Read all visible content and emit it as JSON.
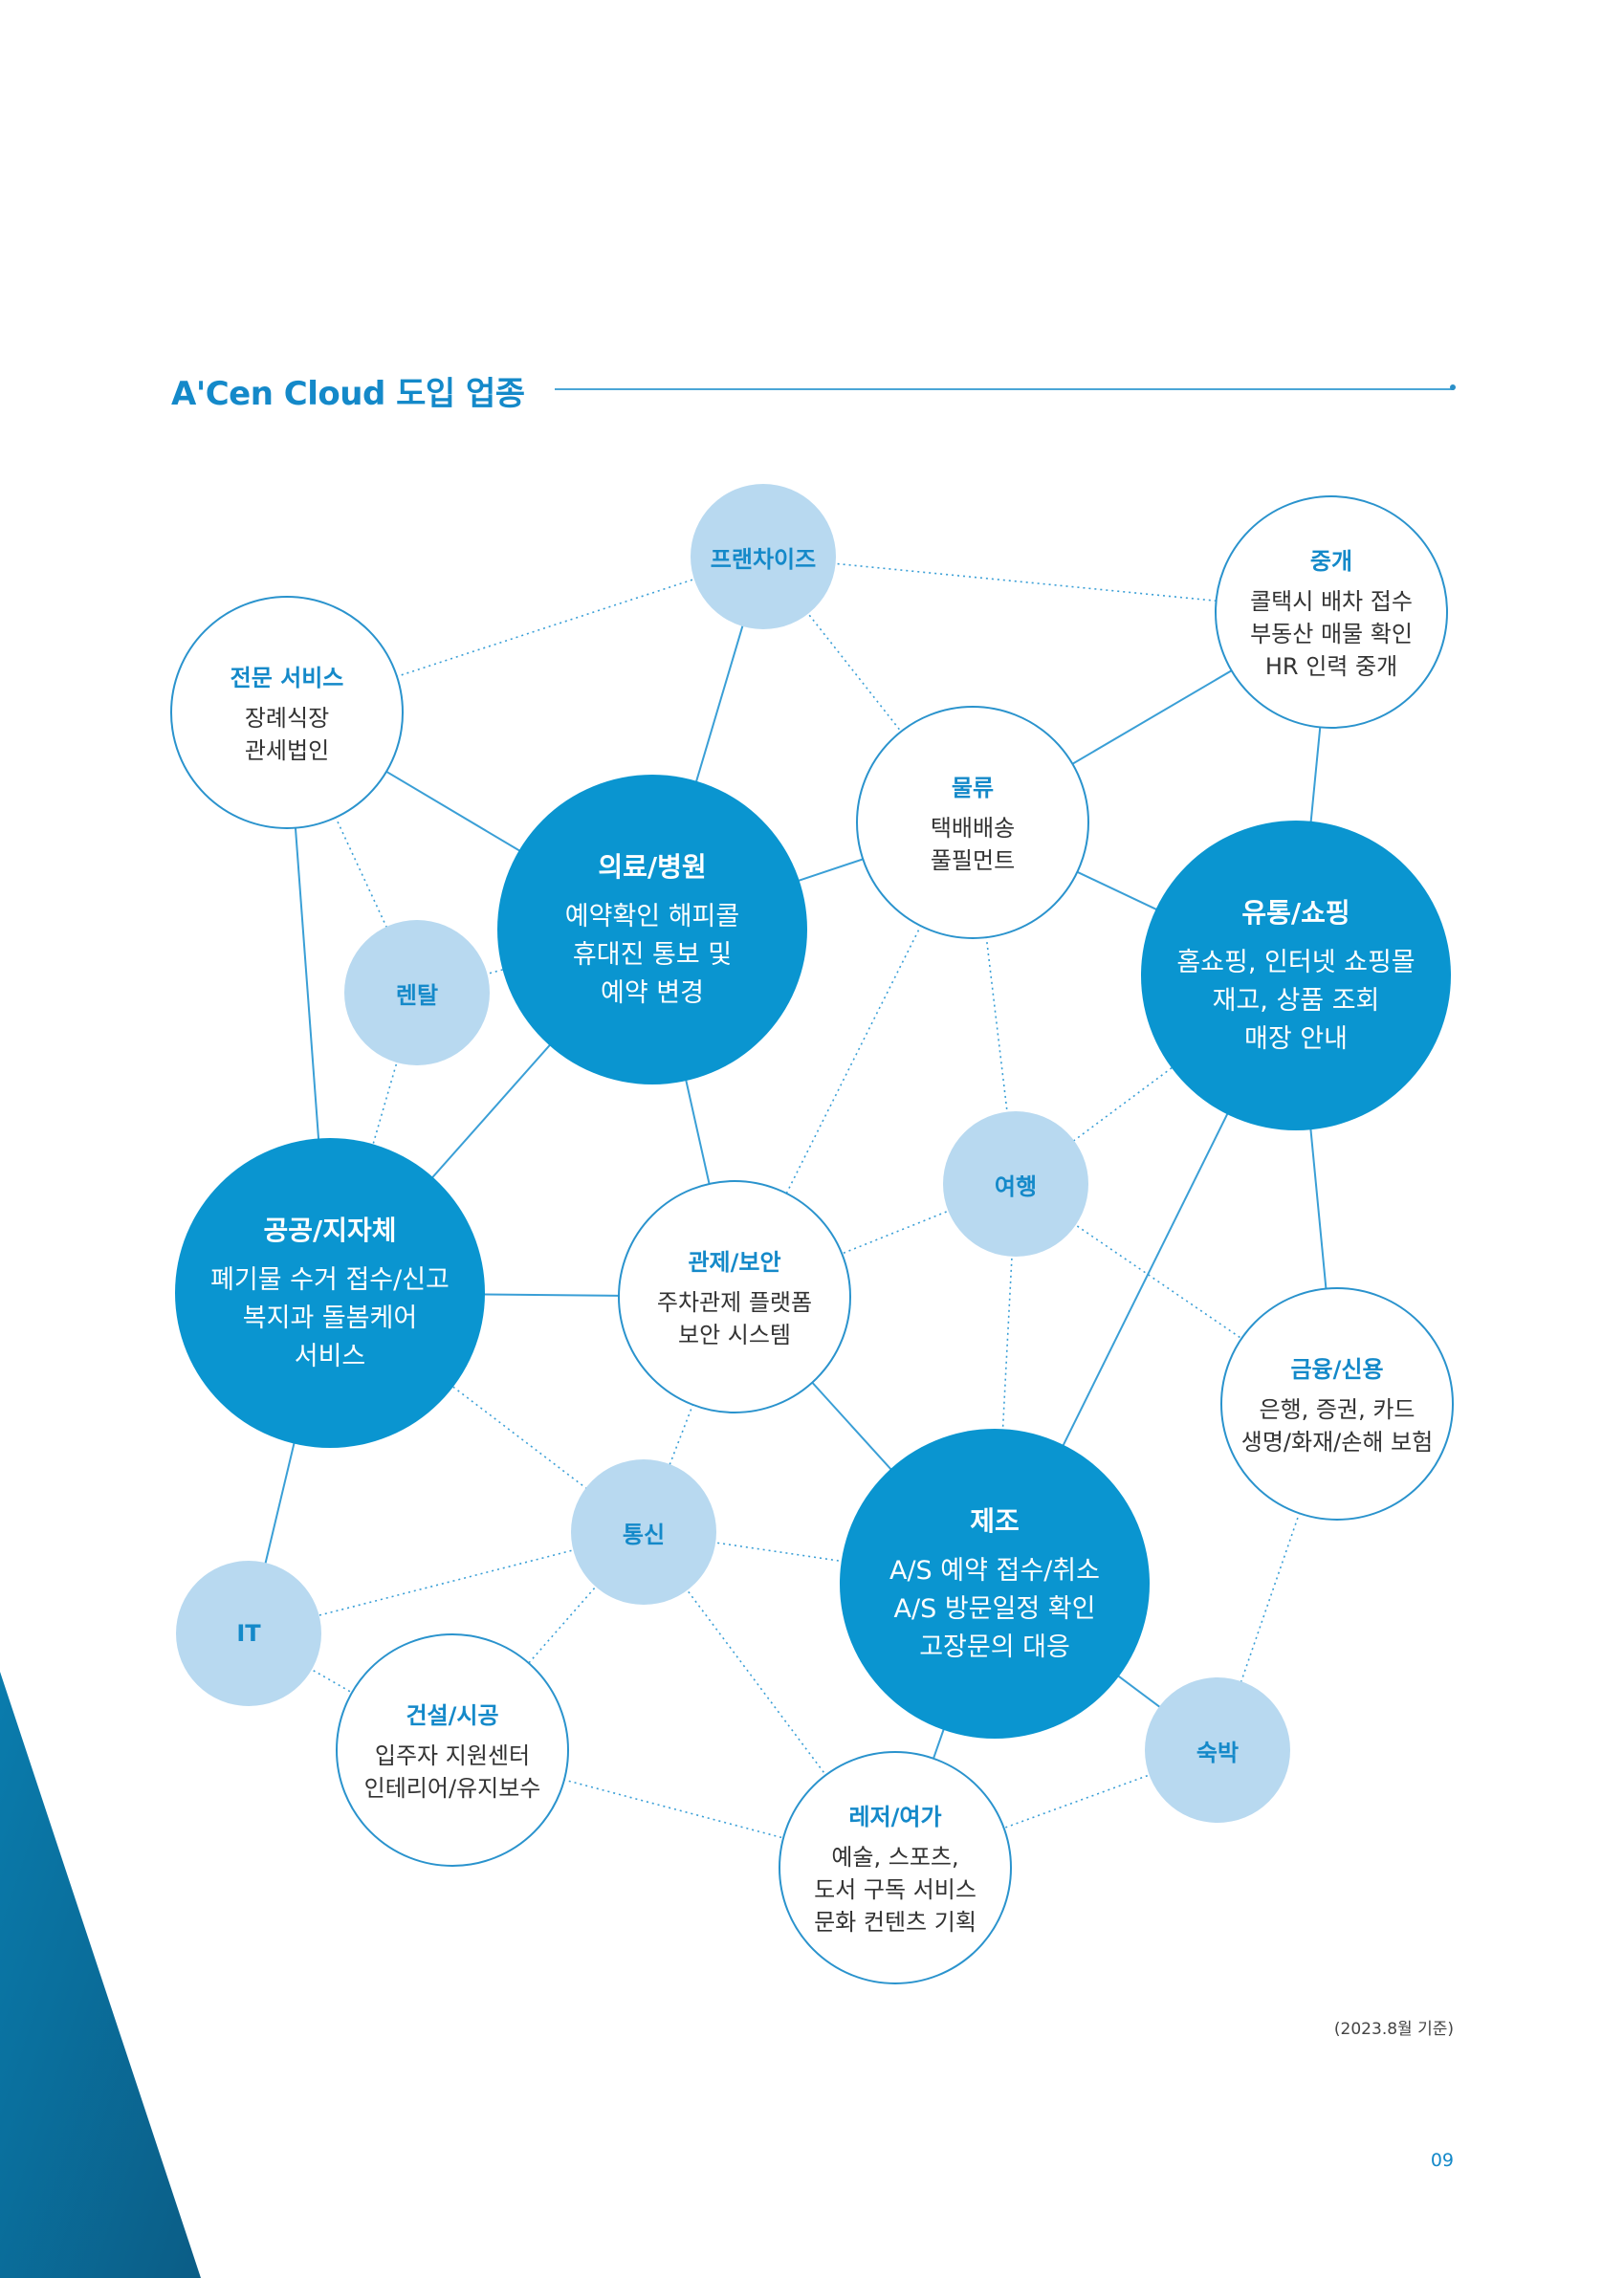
{
  "heading": {
    "title": "A'Cen Cloud 도입 업종"
  },
  "nodes": [
    {
      "id": "franchise",
      "style": "light",
      "title": "프랜차이즈",
      "lines": []
    },
    {
      "id": "brokerage",
      "style": "outline",
      "title": "중개",
      "lines": [
        "콜택시 배차 접수",
        "부동산 매물 확인",
        "HR 인력 중개"
      ]
    },
    {
      "id": "professional",
      "style": "outline",
      "title": "전문 서비스",
      "lines": [
        "장례식장",
        "관세법인"
      ]
    },
    {
      "id": "logistics",
      "style": "outline",
      "title": "물류",
      "lines": [
        "택배배송",
        "풀필먼트"
      ]
    },
    {
      "id": "medical",
      "style": "filled",
      "title": "의료/병원",
      "lines": [
        "예약확인 해피콜",
        "휴대진 통보 및",
        "예약 변경"
      ]
    },
    {
      "id": "retail",
      "style": "filled",
      "title": "유통/쇼핑",
      "lines": [
        "홈쇼핑, 인터넷 쇼핑몰",
        "재고, 상품 조회",
        "매장 안내"
      ]
    },
    {
      "id": "rental",
      "style": "light",
      "title": "렌탈",
      "lines": []
    },
    {
      "id": "travel",
      "style": "light",
      "title": "여행",
      "lines": []
    },
    {
      "id": "public",
      "style": "filled",
      "title": "공공/지자체",
      "lines": [
        "폐기물 수거 접수/신고",
        "복지과 돌봄케어",
        "서비스"
      ]
    },
    {
      "id": "security",
      "style": "outline",
      "title": "관제/보안",
      "lines": [
        "주차관제 플랫폼",
        "보안 시스템"
      ]
    },
    {
      "id": "finance",
      "style": "outline",
      "title": "금융/신용",
      "lines": [
        "은행, 증권, 카드",
        "생명/화재/손해 보험"
      ]
    },
    {
      "id": "telecom",
      "style": "light",
      "title": "통신",
      "lines": []
    },
    {
      "id": "manufacturing",
      "style": "filled",
      "title": "제조",
      "lines": [
        "A/S 예약 접수/취소",
        "A/S 방문일정 확인",
        "고장문의 대응"
      ]
    },
    {
      "id": "it",
      "style": "light",
      "title": "IT",
      "lines": []
    },
    {
      "id": "construction",
      "style": "outline",
      "title": "건설/시공",
      "lines": [
        "입주자 지원센터",
        "인테리어/유지보수"
      ]
    },
    {
      "id": "lodging",
      "style": "light",
      "title": "숙박",
      "lines": []
    },
    {
      "id": "leisure",
      "style": "outline",
      "title": "레저/여가",
      "lines": [
        "예술, 스포츠,",
        "도서 구독 서비스",
        "문화 컨텐츠 기획"
      ]
    }
  ],
  "edges": [
    {
      "from": "franchise",
      "to": "brokerage",
      "style": "dotted"
    },
    {
      "from": "franchise",
      "to": "professional",
      "style": "dotted"
    },
    {
      "from": "franchise",
      "to": "medical",
      "style": "solid"
    },
    {
      "from": "franchise",
      "to": "logistics",
      "style": "dotted"
    },
    {
      "from": "brokerage",
      "to": "logistics",
      "style": "solid"
    },
    {
      "from": "brokerage",
      "to": "retail",
      "style": "solid"
    },
    {
      "from": "professional",
      "to": "medical",
      "style": "solid"
    },
    {
      "from": "professional",
      "to": "rental",
      "style": "dotted"
    },
    {
      "from": "professional",
      "to": "public",
      "style": "solid"
    },
    {
      "from": "logistics",
      "to": "medical",
      "style": "solid"
    },
    {
      "from": "logistics",
      "to": "retail",
      "style": "solid"
    },
    {
      "from": "logistics",
      "to": "travel",
      "style": "dotted"
    },
    {
      "from": "logistics",
      "to": "security",
      "style": "dotted"
    },
    {
      "from": "medical",
      "to": "rental",
      "style": "dotted"
    },
    {
      "from": "medical",
      "to": "public",
      "style": "solid"
    },
    {
      "from": "medical",
      "to": "security",
      "style": "solid"
    },
    {
      "from": "retail",
      "to": "travel",
      "style": "dotted"
    },
    {
      "from": "retail",
      "to": "finance",
      "style": "solid"
    },
    {
      "from": "retail",
      "to": "manufacturing",
      "style": "solid"
    },
    {
      "from": "rental",
      "to": "public",
      "style": "dotted"
    },
    {
      "from": "travel",
      "to": "security",
      "style": "dotted"
    },
    {
      "from": "travel",
      "to": "finance",
      "style": "dotted"
    },
    {
      "from": "travel",
      "to": "manufacturing",
      "style": "dotted"
    },
    {
      "from": "public",
      "to": "security",
      "style": "solid"
    },
    {
      "from": "public",
      "to": "telecom",
      "style": "dotted"
    },
    {
      "from": "public",
      "to": "it",
      "style": "solid"
    },
    {
      "from": "security",
      "to": "telecom",
      "style": "dotted"
    },
    {
      "from": "security",
      "to": "manufacturing",
      "style": "solid"
    },
    {
      "from": "finance",
      "to": "lodging",
      "style": "dotted"
    },
    {
      "from": "telecom",
      "to": "it",
      "style": "dotted"
    },
    {
      "from": "telecom",
      "to": "construction",
      "style": "dotted"
    },
    {
      "from": "telecom",
      "to": "manufacturing",
      "style": "dotted"
    },
    {
      "from": "telecom",
      "to": "leisure",
      "style": "dotted"
    },
    {
      "from": "manufacturing",
      "to": "lodging",
      "style": "solid"
    },
    {
      "from": "manufacturing",
      "to": "leisure",
      "style": "solid"
    },
    {
      "from": "it",
      "to": "construction",
      "style": "dotted"
    },
    {
      "from": "construction",
      "to": "leisure",
      "style": "dotted"
    },
    {
      "from": "lodging",
      "to": "leisure",
      "style": "dotted"
    }
  ],
  "colors": {
    "accent": "#1489c9",
    "filled_node": "#0a95d0",
    "light_node": "#b8d9f0",
    "outline": "#2a93cd",
    "edge": "#3a9fd6",
    "corner_dark": "#0b5d86",
    "corner_mid": "#0a7cad"
  },
  "footnote": "(2023.8월 기준)",
  "page_number": "09"
}
